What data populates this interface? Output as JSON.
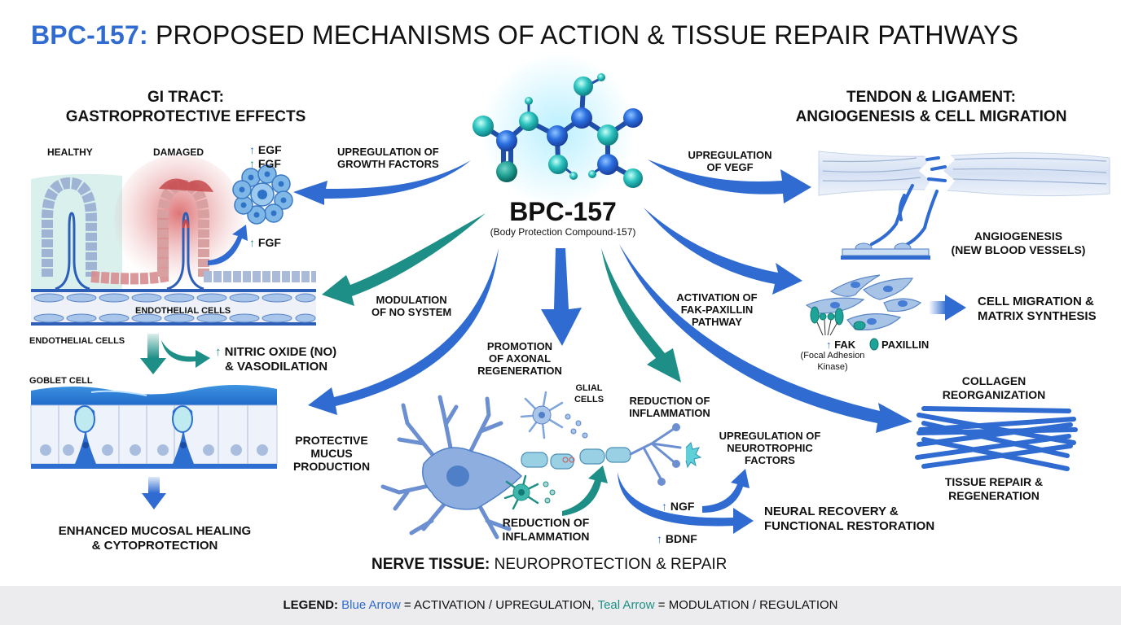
{
  "title": {
    "accent": "BPC-157:",
    "rest": " PROPOSED MECHANISMS OF ACTION & TISSUE REPAIR PATHWAYS"
  },
  "center": {
    "name": "BPC-157",
    "full_name": "(Body Protection Compound-157)"
  },
  "colors": {
    "blue": "#2f6bd0",
    "teal": "#1d8f86",
    "legend_bg": "#ececee"
  },
  "gi": {
    "header": [
      "GI TRACT:",
      "GASTROPROTECTIVE EFFECTS"
    ],
    "healthy": "HEALTHY",
    "damaged": "DAMAGED",
    "egf": "EGF",
    "fgf_top": "FGF",
    "fgf_bottom": "FGF",
    "growth_factors": [
      "UPREGULATION OF",
      "GROWTH FACTORS"
    ],
    "endothelial_inner": "ENDOTHELIAL CELLS",
    "endothelial_outer": "ENDOTHELIAL CELLS",
    "no_modulation": [
      "MODULATION",
      "OF NO SYSTEM"
    ],
    "nitric_oxide": [
      "NITRIC OXIDE (NO)",
      "& VASODILATION"
    ],
    "goblet_cell": "GOBLET CELL",
    "mucus": [
      "PROTECTIVE",
      "MUCUS",
      "PRODUCTION"
    ],
    "healing": [
      "ENHANCED MUCOSAL HEALING",
      "& CYTOPROTECTION"
    ]
  },
  "tendon": {
    "header": [
      "TENDON & LIGAMENT:",
      "ANGIOGENESIS & CELL MIGRATION"
    ],
    "vegf": [
      "UPREGULATION",
      "OF VEGF"
    ],
    "angiogenesis": [
      "ANGIOGENESIS",
      "(NEW BLOOD VESSELS)"
    ],
    "fak_pathway": [
      "ACTIVATION OF",
      "FAK-PAXILLIN",
      "PATHWAY"
    ],
    "fak": "FAK",
    "fak_full": [
      "(Focal Adhesion",
      "Kinase)"
    ],
    "paxillin": "PAXILLIN",
    "migration": [
      "CELL MIGRATION &",
      "MATRIX SYNTHESIS"
    ],
    "collagen": [
      "COLLAGEN",
      "REORGANIZATION"
    ],
    "repair": [
      "TISSUE REPAIR &",
      "REGENERATION"
    ]
  },
  "nerve": {
    "axonal": [
      "PROMOTION",
      "OF AXONAL",
      "REGENERATION"
    ],
    "glial": [
      "GLIAL",
      "CELLS"
    ],
    "inflammation_top": [
      "REDUCTION OF",
      "INFLAMMATION"
    ],
    "inflammation_bottom": [
      "REDUCTION OF",
      "INFLAMMATION"
    ],
    "neurotrophic": [
      "UPREGULATION OF",
      "NEUROTROPHIC",
      "FACTORS"
    ],
    "ngf": "NGF",
    "bdnf": "BDNF",
    "recovery": [
      "NEURAL RECOVERY &",
      "FUNCTIONAL RESTORATION"
    ],
    "section_title_bold": "NERVE TISSUE:",
    "section_title_rest": " NEUROPROTECTION & REPAIR"
  },
  "up_arrow": "↑",
  "legend": {
    "key": "LEGEND:",
    "blue_label": "Blue Arrow",
    "blue_meaning": " = ACTIVATION / UPREGULATION,  ",
    "teal_label": "Teal Arrow",
    "teal_meaning": " = MODULATION / REGULATION"
  }
}
